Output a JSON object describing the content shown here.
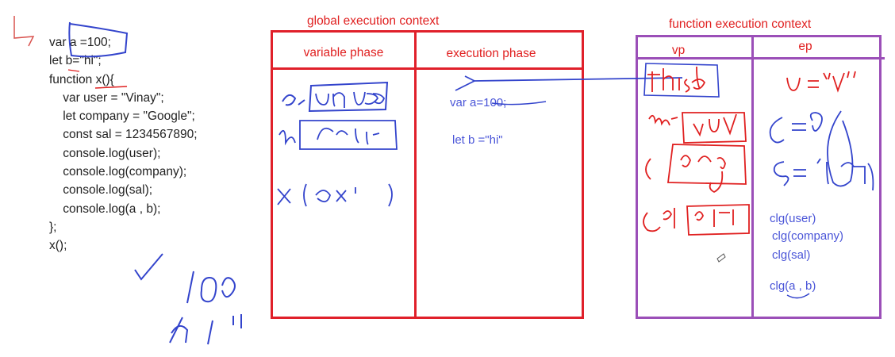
{
  "code": {
    "lines": [
      "var a =100;",
      "let b=\"hi\";",
      "function x(){",
      "    var user = \"Vinay\";",
      "    let company = \"Google\";",
      "    const sal = 1234567890;",
      "    console.log(user);",
      "    console.log(company);",
      "    console.log(sal);",
      "    console.log(a , b);",
      "};",
      "x();"
    ]
  },
  "global_context": {
    "title": "global execution context",
    "variable_phase_label": "variable phase",
    "execution_phase_label": "execution phase",
    "execution_lines": [
      "var a=100;",
      "let b =\"hi\""
    ]
  },
  "function_context": {
    "title": "function execution context",
    "vp_label": "vp",
    "ep_label": "ep",
    "ep_lines": [
      "clg(user)",
      "clg(company)",
      "clg(sal)",
      "clg(a , b)"
    ]
  },
  "colors": {
    "red": "#e02020",
    "purple": "#9b4fb8",
    "blue_ink": "#3344cc",
    "text": "#222222"
  }
}
